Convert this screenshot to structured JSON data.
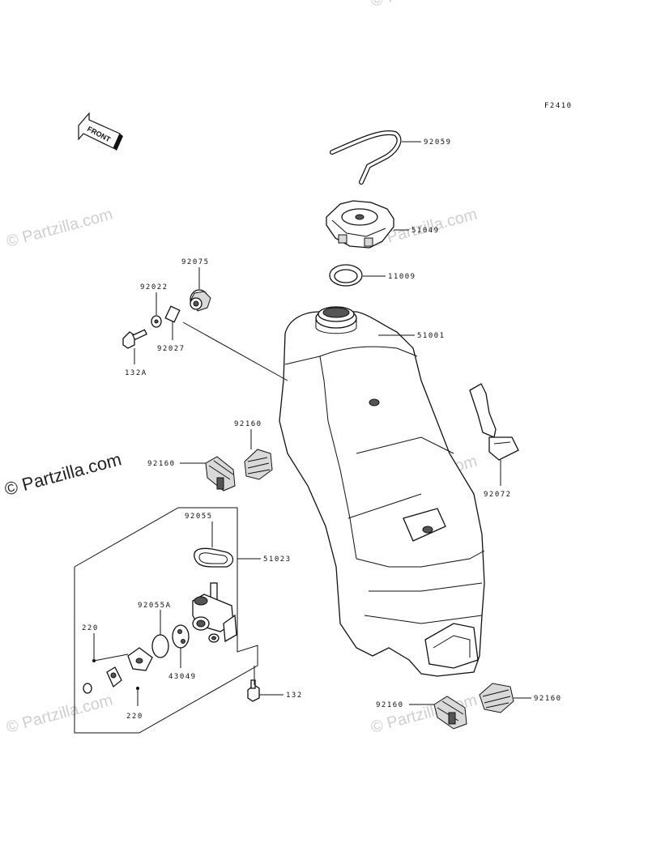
{
  "diagram": {
    "code": "F2410",
    "front_arrow_text": "FRONT",
    "parts": {
      "p92059": "92059",
      "p51049": "51049",
      "p11009": "11009",
      "p51001": "51001",
      "p92075": "92075",
      "p92022": "92022",
      "p92027": "92027",
      "p132A": "132A",
      "p92160_a": "92160",
      "p92160_b": "92160",
      "p92072": "92072",
      "p92055": "92055",
      "p51023": "51023",
      "p92055A": "92055A",
      "p220_a": "220",
      "p43049": "43049",
      "p220_b": "220",
      "p132": "132",
      "p92160_c": "92160",
      "p92160_d": "92160"
    }
  },
  "watermark": {
    "text": "© Partzilla.com",
    "text_bold": "© Partzilla.com"
  }
}
